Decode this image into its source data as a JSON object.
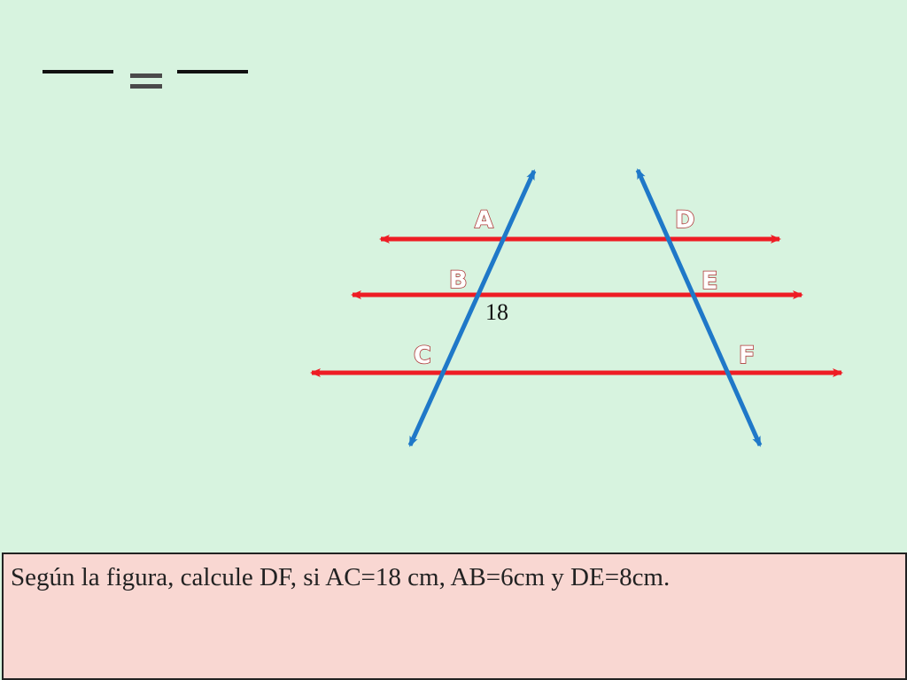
{
  "problem": {
    "text": "Según la figura, calcule DF, si AC=18 cm, AB=6cm y DE=8cm."
  },
  "equation": {
    "equals_sign": "="
  },
  "figure": {
    "point_labels": {
      "A": "A",
      "B": "B",
      "C": "C",
      "D": "D",
      "E": "E",
      "F": "F"
    },
    "segment_label": "18",
    "colors": {
      "parallel_lines": "#ee1c24",
      "transversals": "#1f78c8",
      "background": "#d7f3df",
      "problem_box": "#f9d7d2"
    }
  }
}
